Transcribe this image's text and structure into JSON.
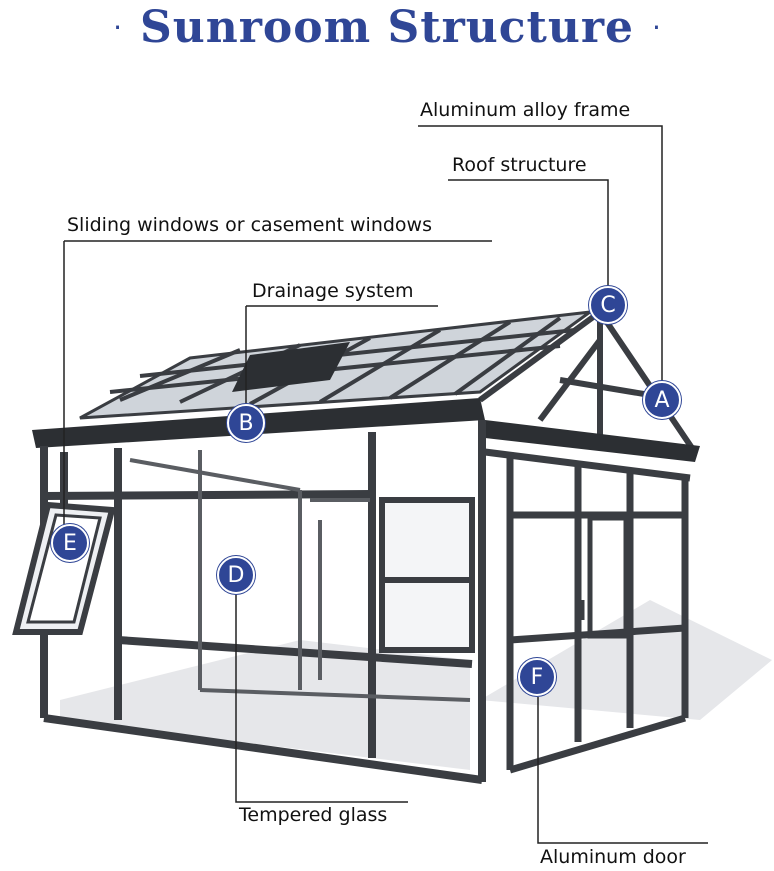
{
  "title": "Sunroom Structure",
  "title_dot": "·",
  "callouts": [
    {
      "key": "A",
      "label": "Aluminum alloy frame"
    },
    {
      "key": "C",
      "label": "Roof structure"
    },
    {
      "key": "E",
      "label": "Sliding windows or casement windows"
    },
    {
      "key": "B",
      "label": "Drainage system"
    },
    {
      "key": "D",
      "label": "Tempered glass"
    },
    {
      "key": "F",
      "label": "Aluminum door"
    }
  ],
  "colors": {
    "title": "#2f4696",
    "badge": "#2f4696",
    "frame": "#3a3d42",
    "leader": "#222222"
  }
}
